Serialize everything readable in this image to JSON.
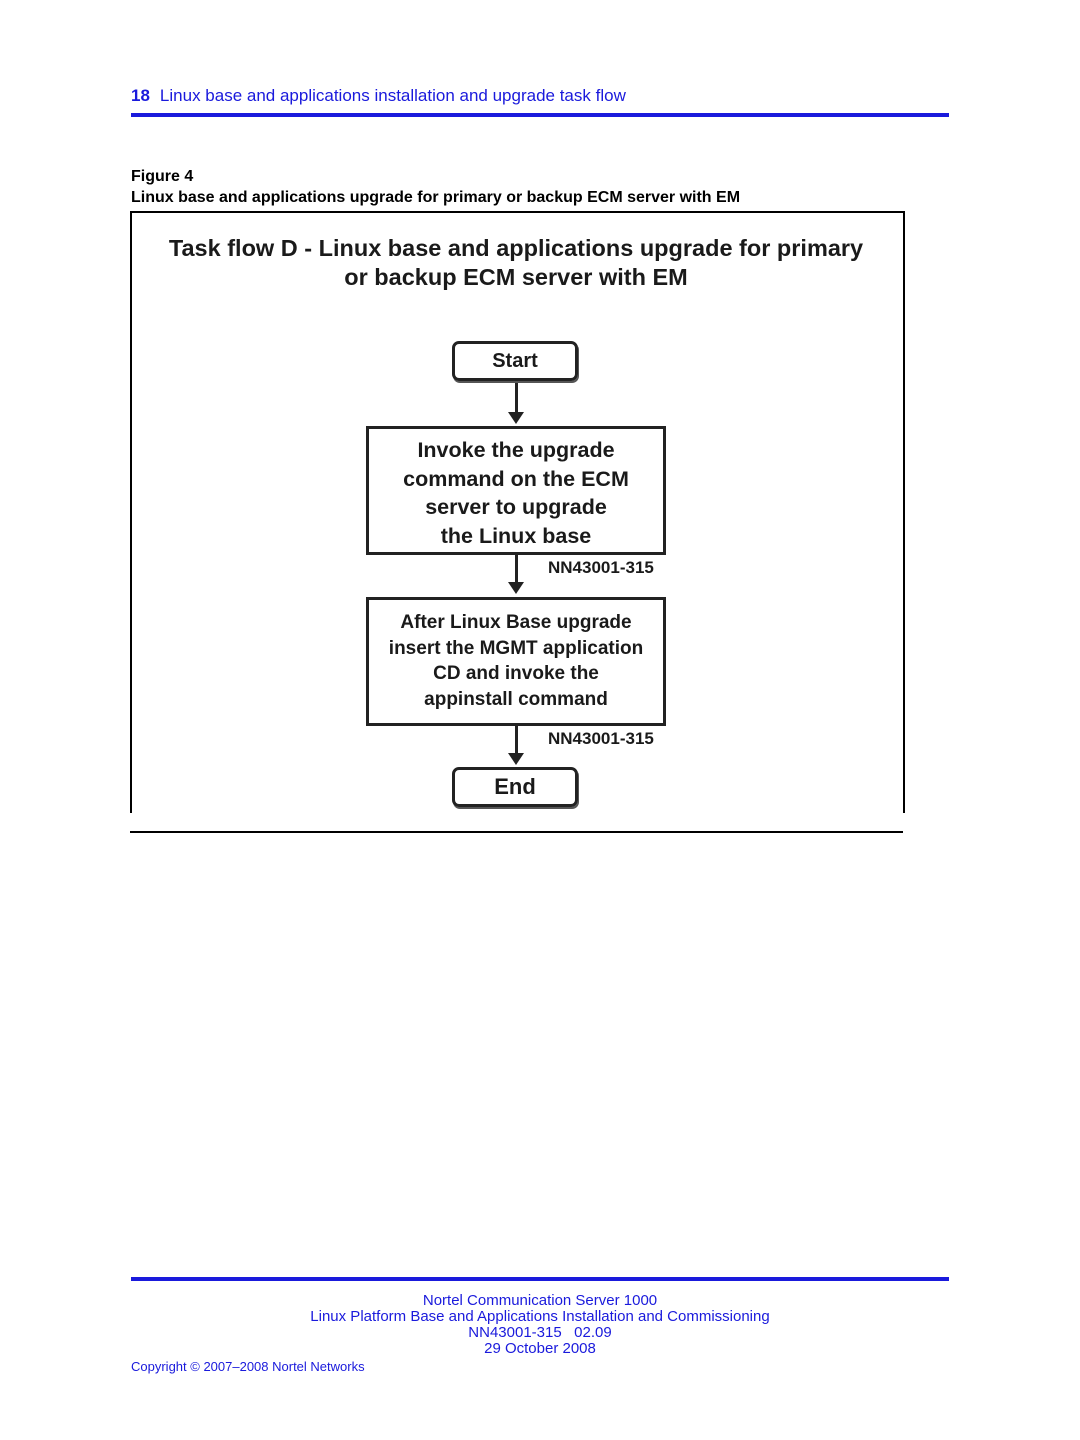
{
  "header": {
    "page_number": "18",
    "section_title": "Linux base and applications installation and upgrade task flow"
  },
  "figure": {
    "label": "Figure 4",
    "caption": "Linux base and applications upgrade for primary or backup ECM server with EM"
  },
  "flowchart": {
    "title_line1": "Task flow D - Linux base and applications upgrade for primary",
    "title_line2": "or backup ECM server with EM",
    "start_label": "Start",
    "step1_lines": [
      "Invoke the upgrade",
      "command on the ECM",
      "server to upgrade",
      "the Linux base"
    ],
    "step1_ref": "NN43001-315",
    "step2_lines": [
      "After Linux Base upgrade",
      "insert the MGMT application",
      "CD and invoke the",
      "appinstall command"
    ],
    "step2_ref": "NN43001-315",
    "end_label": "End"
  },
  "footer": {
    "product": "Nortel Communication Server 1000",
    "doc_title": "Linux Platform Base and Applications Installation and Commissioning",
    "doc_id": "NN43001-315   02.09",
    "date": "29 October 2008",
    "copyright": "Copyright © 2007–2008 Nortel Networks"
  }
}
